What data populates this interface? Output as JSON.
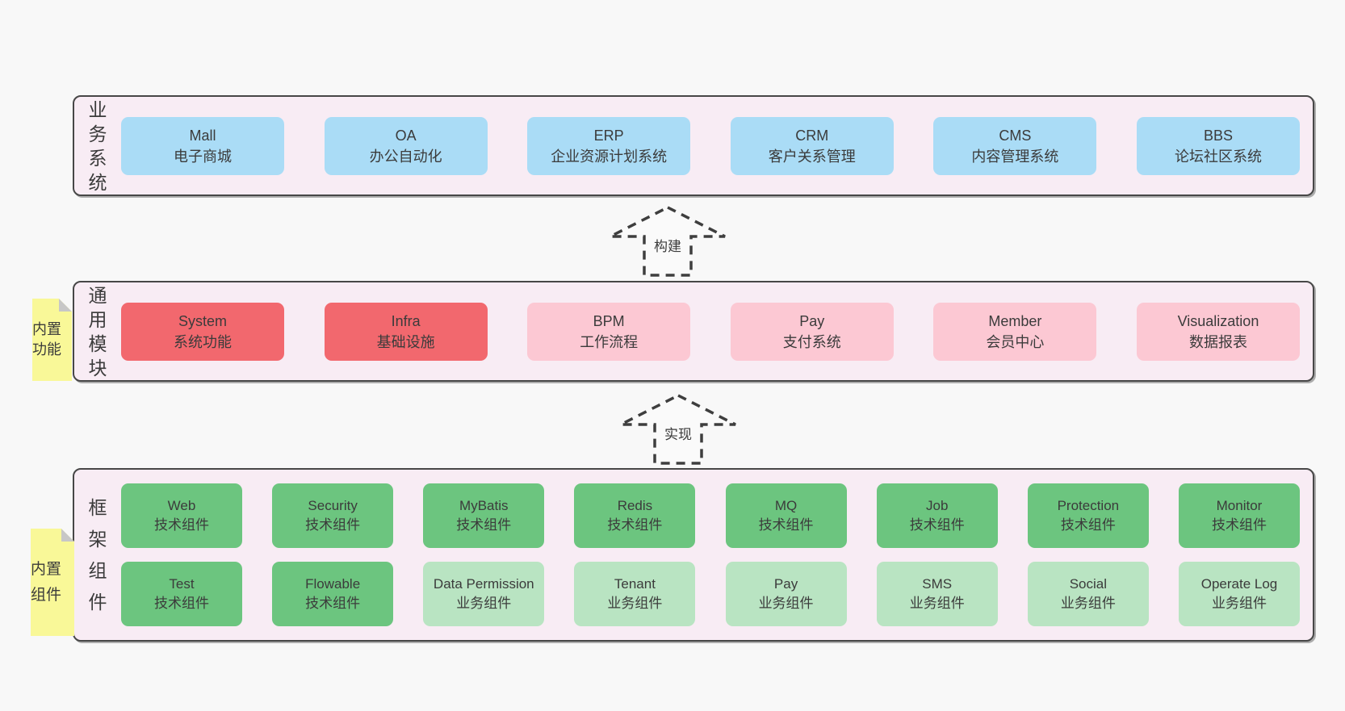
{
  "colors": {
    "background": "#f8f8f8",
    "panel": "#f8ecf4",
    "panel_border": "#474747",
    "blue": "#aadcf6",
    "red": "#f2686e",
    "pink": "#fcc8d3",
    "green": "#6cc57f",
    "green_light": "#b9e4c2",
    "sticky_yellow": "#f9f898",
    "sticky_fold": "#c7c7c7",
    "text": "#3b3b3b"
  },
  "arrows": [
    {
      "label": "构建"
    },
    {
      "label": "实现"
    }
  ],
  "stickies": [
    {
      "label": "内置功能"
    },
    {
      "label": "内置组件"
    }
  ],
  "panels": [
    {
      "label": "业务系统",
      "boxes": [
        {
          "name": "Mall",
          "subtitle": "电子商城",
          "variant": "blue"
        },
        {
          "name": "OA",
          "subtitle": "办公自动化",
          "variant": "blue"
        },
        {
          "name": "ERP",
          "subtitle": "企业资源计划系统",
          "variant": "blue"
        },
        {
          "name": "CRM",
          "subtitle": "客户关系管理",
          "variant": "blue"
        },
        {
          "name": "CMS",
          "subtitle": "内容管理系统",
          "variant": "blue"
        },
        {
          "name": "BBS",
          "subtitle": "论坛社区系统",
          "variant": "blue"
        }
      ]
    },
    {
      "label": "通用模块",
      "sticky": "内置功能",
      "boxes": [
        {
          "name": "System",
          "subtitle": "系统功能",
          "variant": "red"
        },
        {
          "name": "Infra",
          "subtitle": "基础设施",
          "variant": "red"
        },
        {
          "name": "BPM",
          "subtitle": "工作流程",
          "variant": "pink"
        },
        {
          "name": "Pay",
          "subtitle": "支付系统",
          "variant": "pink"
        },
        {
          "name": "Member",
          "subtitle": "会员中心",
          "variant": "pink"
        },
        {
          "name": "Visualization",
          "subtitle": "数据报表",
          "variant": "pink"
        }
      ]
    },
    {
      "label": "框架组件",
      "sticky": "内置组件",
      "box_rows": [
        [
          {
            "name": "Web",
            "subtitle": "技术组件",
            "variant": "green"
          },
          {
            "name": "Security",
            "subtitle": "技术组件",
            "variant": "green"
          },
          {
            "name": "MyBatis",
            "subtitle": "技术组件",
            "variant": "green"
          },
          {
            "name": "Redis",
            "subtitle": "技术组件",
            "variant": "green"
          },
          {
            "name": "MQ",
            "subtitle": "技术组件",
            "variant": "green"
          },
          {
            "name": "Job",
            "subtitle": "技术组件",
            "variant": "green"
          },
          {
            "name": "Protection",
            "subtitle": "技术组件",
            "variant": "green"
          },
          {
            "name": "Monitor",
            "subtitle": "技术组件",
            "variant": "green"
          }
        ],
        [
          {
            "name": "Test",
            "subtitle": "技术组件",
            "variant": "green"
          },
          {
            "name": "Flowable",
            "subtitle": "技术组件",
            "variant": "green"
          },
          {
            "name": "Data Permission",
            "subtitle": "业务组件",
            "variant": "green_light"
          },
          {
            "name": "Tenant",
            "subtitle": "业务组件",
            "variant": "green_light"
          },
          {
            "name": "Pay",
            "subtitle": "业务组件",
            "variant": "green_light"
          },
          {
            "name": "SMS",
            "subtitle": "业务组件",
            "variant": "green_light"
          },
          {
            "name": "Social",
            "subtitle": "业务组件",
            "variant": "green_light"
          },
          {
            "name": "Operate Log",
            "subtitle": "业务组件",
            "variant": "green_light"
          }
        ]
      ]
    }
  ]
}
